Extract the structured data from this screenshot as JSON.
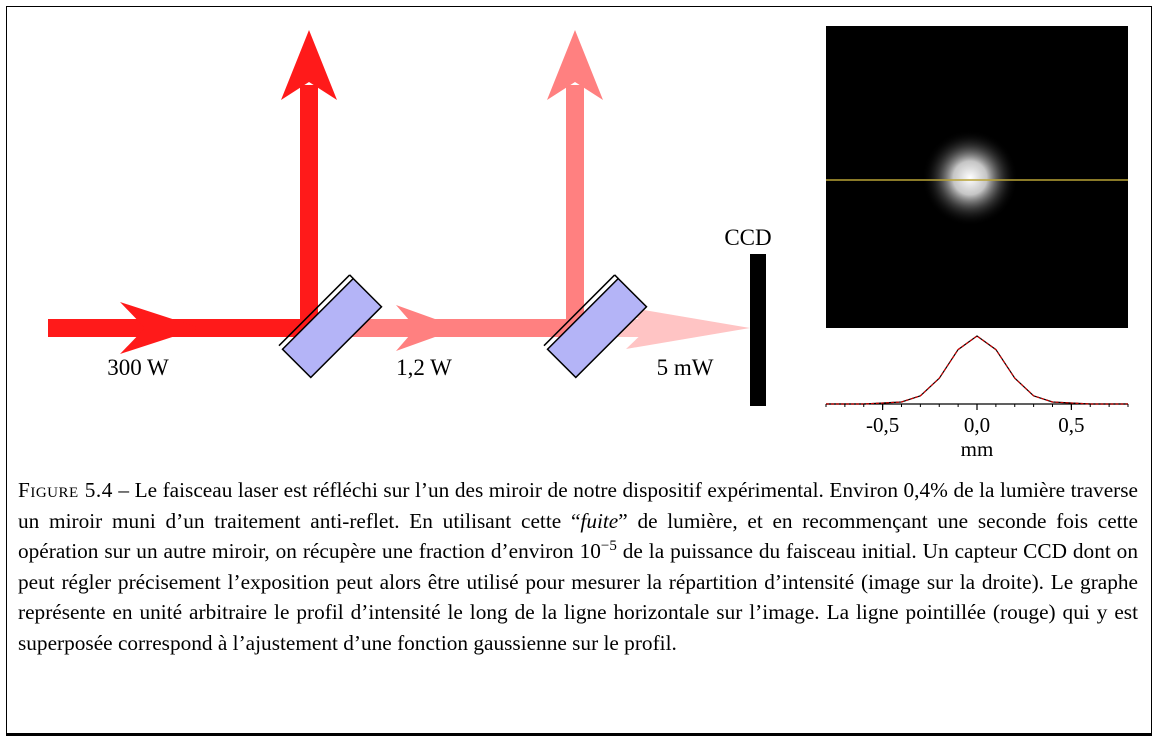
{
  "labels": {
    "power_in": "300 W",
    "power_mid": "1,2 W",
    "power_out": "5 mW",
    "detector": "CCD"
  },
  "colors": {
    "beam_strong": "#ff1a1a",
    "beam_medium": "#ff8080",
    "beam_weak": "#ffc4c4",
    "mirror": "#b4b4f7",
    "profile_line": "#b8a235",
    "fit_dashed": "#cc0000"
  },
  "profile_plot": {
    "x_ticks": [
      "-0,5",
      "0,0",
      "0,5"
    ],
    "x_label": "mm"
  },
  "chart_data": {
    "type": "line",
    "xlabel": "mm",
    "x_tick_labels": [
      "-0,5",
      "0,0",
      "0,5"
    ],
    "xlim": [
      -0.8,
      0.8
    ],
    "series": [
      {
        "x": [
          -0.8,
          -0.6,
          -0.4,
          -0.3,
          -0.2,
          -0.1,
          0.0,
          0.1,
          0.2,
          0.3,
          0.4,
          0.6,
          0.8
        ],
        "y": [
          0.0,
          0.0,
          0.03,
          0.12,
          0.38,
          0.8,
          1.0,
          0.8,
          0.38,
          0.12,
          0.03,
          0.0,
          0.0
        ]
      }
    ]
  },
  "caption": {
    "label": "Figure 5.4",
    "text_1": " – Le faisceau laser est réfléchi sur l’un des miroir de notre dispositif expérimental. Environ 0,4% de la lumière traverse un miroir muni d’un traitement anti-reflet. En utilisant cette “",
    "italic": "fuite",
    "text_2": "” de lumière, et en recommençant une seconde fois cette opération sur un autre miroir, on récupère une fraction d’environ 10",
    "exponent": "−5",
    "text_3": " de la puissance du faisceau initial. Un capteur CCD dont on peut régler précisement l’exposition peut alors être utilisé pour mesurer la répartition d’intensité (image sur la droite). Le graphe représente en unité arbitraire le profil d’intensité le long de la ligne horizontale sur l’image. La ligne pointillée (rouge) qui y est superposée correspond à l’ajustement d’une fonction gaussienne sur le profil."
  }
}
